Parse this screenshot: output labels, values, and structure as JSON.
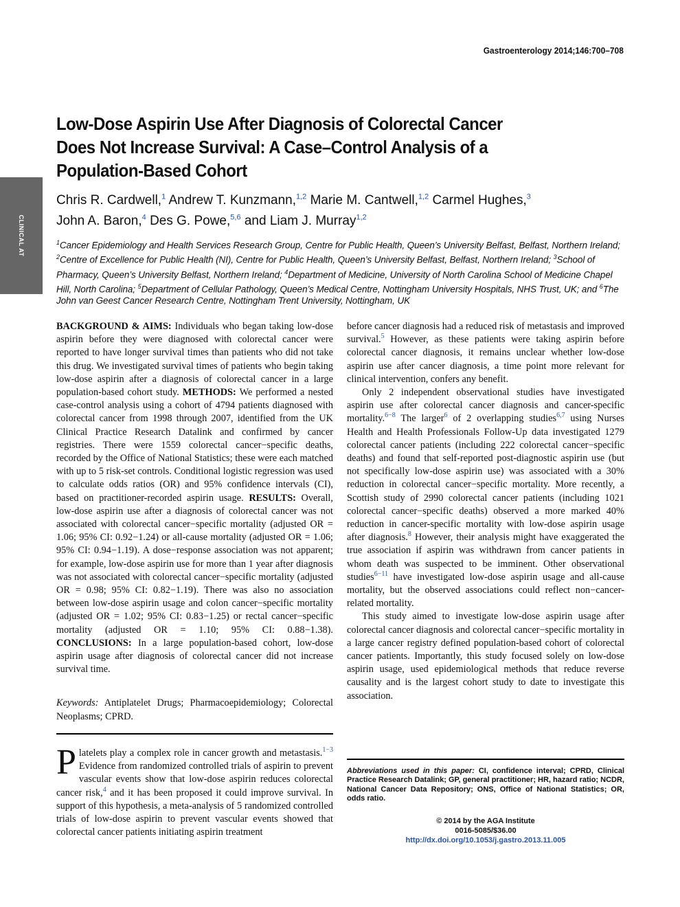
{
  "side_tab": "CLINICAL AT",
  "journal_ref": "Gastroenterology 2014;146:700–708",
  "title_lines": [
    "Low-Dose Aspirin Use After Diagnosis of Colorectal Cancer",
    "Does Not Increase Survival: A Case–Control Analysis of a",
    "Population-Based Cohort"
  ],
  "authors": [
    {
      "name": "Chris R. Cardwell,",
      "sup": "1"
    },
    {
      "name": "Andrew T. Kunzmann,",
      "sup": "1,2"
    },
    {
      "name": "Marie M. Cantwell,",
      "sup": "1,2"
    },
    {
      "name": "Carmel Hughes,",
      "sup": "3"
    },
    {
      "name": "John A. Baron,",
      "sup": "4"
    },
    {
      "name": "Des G. Powe,",
      "sup": "5,6"
    },
    {
      "name": "and Liam J. Murray",
      "sup": "1,2"
    }
  ],
  "affiliations": [
    {
      "sup": "1",
      "text": "Cancer Epidemiology and Health Services Research Group, Centre for Public Health, Queen’s University Belfast, Belfast, Northern Ireland; "
    },
    {
      "sup": "2",
      "text": "Centre of Excellence for Public Health (NI), Centre for Public Health, Queen’s University Belfast, Belfast, Northern Ireland; "
    },
    {
      "sup": "3",
      "text": "School of Pharmacy, Queen’s University Belfast, Northern Ireland; "
    },
    {
      "sup": "4",
      "text": "Department of Medicine, University of North Carolina School of Medicine Chapel Hill, North Carolina; "
    },
    {
      "sup": "5",
      "text": "Department of Cellular Pathology, Queen’s Medical Centre, Nottingham University Hospitals, NHS Trust, UK; and "
    },
    {
      "sup": "6",
      "text": "The John van Geest Cancer Research Centre, Nottingham Trent University, Nottingham, UK"
    }
  ],
  "abstract": [
    {
      "label": "BACKGROUND & AIMS:",
      "text": " Individuals who began taking low-dose aspirin before they were diagnosed with colorectal cancer were reported to have longer survival times than patients who did not take this drug. We investigated survival times of patients who begin taking low-dose aspirin after a diagnosis of colorectal cancer in a large population-based cohort study. "
    },
    {
      "label": "METHODS:",
      "text": " We performed a nested case-control analysis using a cohort of 4794 patients diagnosed with colorectal cancer from 1998 through 2007, identified from the UK Clinical Practice Research Datalink and confirmed by cancer registries. There were 1559 colorectal cancer−specific deaths, recorded by the Office of National Statistics; these were each matched with up to 5 risk-set controls. Conditional logistic regression was used to calculate odds ratios (OR) and 95% confidence intervals (CI), based on practitioner-recorded aspirin usage. "
    },
    {
      "label": "RESULTS:",
      "text": " Overall, low-dose aspirin use after a diagnosis of colorectal cancer was not associated with colorectal cancer−specific mortality (adjusted OR = 1.06; 95% CI: 0.92−1.24) or all-cause mortality (adjusted OR = 1.06; 95% CI: 0.94−1.19). A dose−response association was not apparent; for example, low-dose aspirin use for more than 1 year after diagnosis was not associated with colorectal cancer−specific mortality (adjusted OR = 0.98; 95% CI: 0.82−1.19). There was also no association between low-dose aspirin usage and colon cancer−specific mortality (adjusted OR = 1.02; 95% CI: 0.83−1.25) or rectal cancer−specific mortality (adjusted OR = 1.10; 95% CI: 0.88−1.38). "
    },
    {
      "label": "CONCLUSIONS:",
      "text": " In a large population-based cohort, low-dose aspirin usage after diagnosis of colorectal cancer did not increase survival time."
    }
  ],
  "keywords": {
    "label": "Keywords:",
    "text": " Antiplatelet Drugs; Pharmacoepidemiology; Colorectal Neoplasms; CPRD."
  },
  "intro": {
    "dropcap": "P",
    "p1": [
      {
        "t": "latelets play a complex role in cancer growth and metastasis."
      },
      {
        "r": "1−3"
      },
      {
        "t": " Evidence from randomized controlled trials of aspirin to prevent vascular events show that low-dose aspirin reduces colorectal cancer risk,"
      },
      {
        "r": "4"
      },
      {
        "t": " and it has been proposed it could improve survival. In support of this hypothesis, a meta-analysis of 5 randomized controlled trials of low-dose aspirin to prevent vascular events showed that colorectal cancer patients initiating aspirin treatment before cancer diagnosis had a reduced risk of metastasis and improved survival."
      },
      {
        "r": "5"
      },
      {
        "t": " However, as these patients were taking aspirin before colorectal cancer diagnosis, it remains unclear whether low-dose aspirin use after cancer diagnosis, a time point more relevant for clinical intervention, confers any benefit."
      }
    ],
    "p2": [
      {
        "t": "Only 2 independent observational studies have investigated aspirin use after colorectal cancer diagnosis and cancer-specific mortality."
      },
      {
        "r": "6−8"
      },
      {
        "t": " The larger"
      },
      {
        "r": "6"
      },
      {
        "t": " of 2 overlapping studies"
      },
      {
        "r": "6,7"
      },
      {
        "t": " using Nurses Health and Health Professionals Follow-Up data investigated 1279 colorectal cancer patients (including 222 colorectal cancer−specific deaths) and found that self-reported post-diagnostic aspirin use (but not specifically low-dose aspirin use) was associated with a 30% reduction in colorectal cancer−specific mortality. More recently, a Scottish study of 2990 colorectal cancer patients (including 1021 colorectal cancer−specific deaths) observed a more marked 40% reduction in cancer-specific mortality with low-dose aspirin usage after diagnosis."
      },
      {
        "r": "8"
      },
      {
        "t": " However, their analysis might have exaggerated the true association if aspirin was withdrawn from cancer patients in whom death was suspected to be imminent. Other observational studies"
      },
      {
        "r": "6−11"
      },
      {
        "t": " have investigated low-dose aspirin usage and all-cause mortality, but the observed associations could reflect non−cancer-related mortality."
      }
    ],
    "p3": [
      {
        "t": "This study aimed to investigate low-dose aspirin usage after colorectal cancer diagnosis and colorectal cancer−specific mortality in a large cancer registry defined population-based cohort of colorectal cancer patients. Importantly, this study focused solely on low-dose aspirin usage, used epidemiological methods that reduce reverse causality and is the largest cohort study to date to investigate this association."
      }
    ]
  },
  "abbreviations": {
    "label": "Abbreviations used in this paper:",
    "text": " CI, confidence interval; CPRD, Clinical Practice Research Datalink; GP, general practitioner; HR, hazard ratio; NCDR, National Cancer Data Repository; ONS, Office of National Statistics; OR, odds ratio."
  },
  "copyright": {
    "line1": "© 2014 by the AGA Institute",
    "line2": "0016-5085/$36.00",
    "doi": "http://dx.doi.org/10.1053/j.gastro.2013.11.005"
  }
}
